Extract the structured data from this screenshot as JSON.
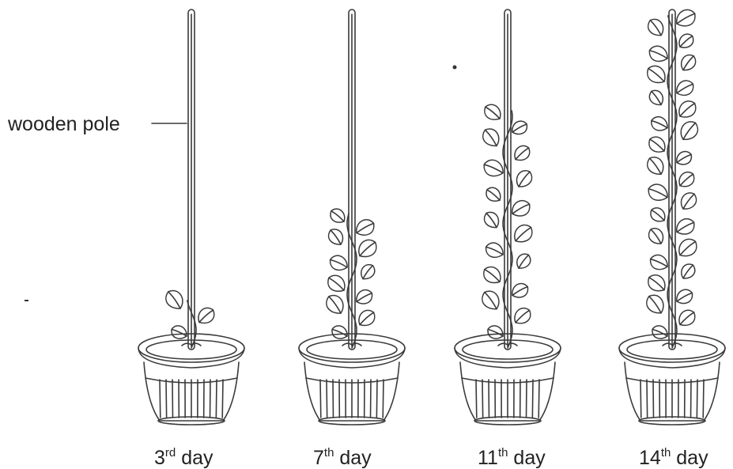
{
  "pole_label": "wooden pole",
  "stages": [
    {
      "day_number": "3",
      "suffix": "rd",
      "day_word": "day",
      "leaf_count": 3
    },
    {
      "day_number": "7",
      "suffix": "th",
      "day_word": "day",
      "leaf_count": 11
    },
    {
      "day_number": "11",
      "suffix": "th",
      "day_word": "day",
      "leaf_count": 17
    },
    {
      "day_number": "14",
      "suffix": "th",
      "day_word": "day",
      "leaf_count": 28
    }
  ],
  "colors": {
    "ink": "#3a3a3a",
    "background": "#ffffff"
  }
}
